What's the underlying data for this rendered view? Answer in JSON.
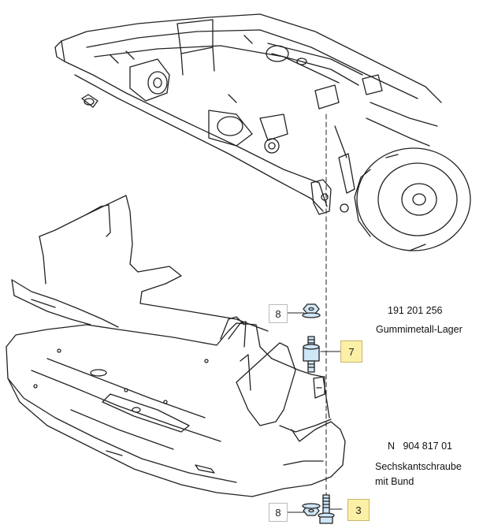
{
  "callouts": {
    "c8_top": "8",
    "c7": "7",
    "c8_bottom": "8",
    "c3": "3"
  },
  "parts": {
    "lager_number": "191 201 256",
    "lager_name": "Gummimetall-Lager",
    "schraube_number": "N   904 817 01",
    "schraube_name_line1": "Sechskantschraube",
    "schraube_name_line2": "mit Bund"
  },
  "colors": {
    "line": "#222222",
    "highlight": "#fcefa6",
    "part_fill": "#cfe6f7"
  }
}
